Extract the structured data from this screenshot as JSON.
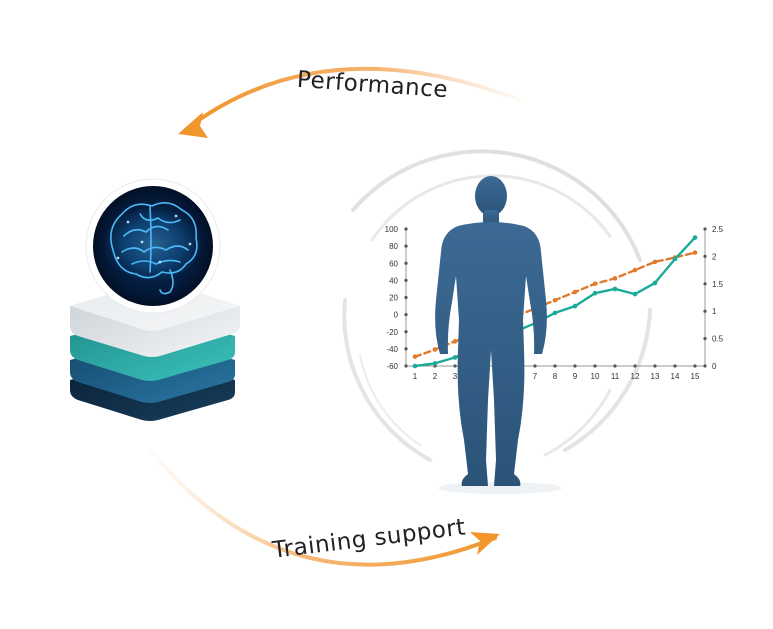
{
  "labels": {
    "top": "Performance",
    "bottom": "Training support"
  },
  "colors": {
    "arrow": "#f0962a",
    "brain_glow": "#2aa8ff",
    "figure": "#35608a",
    "series_teal": "#1aaa9a",
    "series_orange": "#e07a2e",
    "layer_top": "#dfe3e6",
    "layer_teal": "#2aa9a6",
    "layer_blue": "#1e5d86",
    "layer_navy": "#0f2c45"
  },
  "icons": [
    "brain-icon",
    "human-figure-icon",
    "server-stack-icon",
    "arrow-left-icon",
    "arrow-right-icon"
  ],
  "chart_data": {
    "type": "line",
    "x": [
      1,
      2,
      3,
      4,
      5,
      6,
      7,
      8,
      9,
      10,
      11,
      12,
      13,
      14,
      15
    ],
    "x_tick_labels": [
      "1",
      "2",
      "3",
      "",
      "",
      "",
      "7",
      "8",
      "9",
      "10",
      "11",
      "12",
      "13",
      "14",
      "15"
    ],
    "y_left_ticks": [
      "100",
      "80",
      "60",
      "40",
      "20",
      "0",
      "-20",
      "-40",
      "-60"
    ],
    "y_left_range": [
      -60,
      100
    ],
    "y_right_ticks": [
      "2.5",
      "2",
      "1.5",
      "1",
      "0.5",
      "0"
    ],
    "y_right_range": [
      0,
      2.5
    ],
    "grid": false,
    "series": [
      {
        "axis": "right",
        "style": "dashed",
        "color": "#e07a2e",
        "values": [
          0.17,
          0.3,
          0.45,
          0.6,
          0.75,
          0.9,
          1.05,
          1.2,
          1.35,
          1.5,
          1.6,
          1.75,
          1.9,
          1.98,
          2.07
        ]
      },
      {
        "axis": "left",
        "style": "solid",
        "color": "#1aaa9a",
        "values": [
          -60,
          -57,
          -50,
          -40,
          -30,
          -20,
          -10,
          2,
          10,
          25,
          30,
          24,
          37,
          65,
          90
        ]
      }
    ]
  }
}
